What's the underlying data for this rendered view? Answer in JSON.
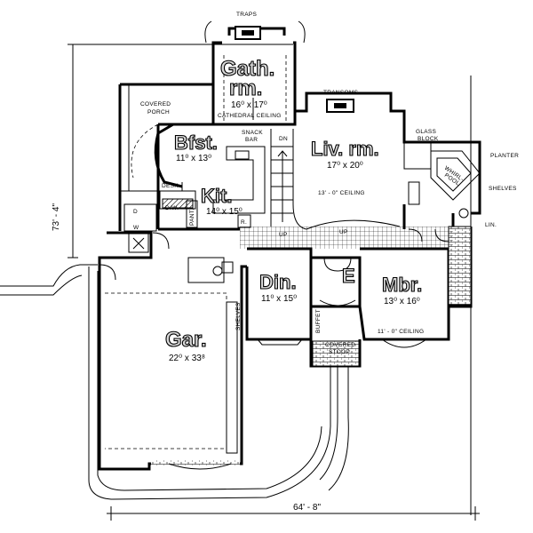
{
  "rooms": {
    "gathering": {
      "name_a": "Gath.",
      "name_b": "rm.",
      "size": "16⁰ x 17⁰"
    },
    "breakfast": {
      "name": "Bfst.",
      "size": "11⁰ x 13⁰"
    },
    "kitchen": {
      "name": "Kit.",
      "size": "14⁰ x 15⁰"
    },
    "living": {
      "name": "Liv. rm.",
      "size": "17⁰ x 20⁰"
    },
    "dining": {
      "name": "Din.",
      "size": "11⁰ x 15⁰"
    },
    "entry": {
      "name": "E"
    },
    "master": {
      "name": "Mbr.",
      "size": "13⁰ x 16⁰"
    },
    "garage": {
      "name": "Gar.",
      "size": "22⁰ x 33⁸"
    }
  },
  "labels": {
    "traps": "TRAPS",
    "cathedral": "CATHEDRAL CEILING",
    "covered_porch_a": "COVERED",
    "covered_porch_b": "PORCH",
    "transoms": "TRANSOMS",
    "snack_a": "SNACK",
    "snack_b": "BAR",
    "dn": "DN",
    "glass_a": "GLASS",
    "glass_b": "BLOCK",
    "planter": "PLANTER",
    "whirlpool_a": "WHIRL-",
    "whirlpool_b": "POOL",
    "shelves_right": "SHELVES",
    "ceiling_13": "13' - 0\" CEILING",
    "desk": "DESK",
    "dw": "D.W.",
    "pant": "PANT.",
    "r": "R.",
    "w": "W",
    "d": "D",
    "up_left": "UP",
    "up_center": "UP",
    "lin": "LIN.",
    "shelves_garage": "SHELVES",
    "buffet": "BUFFET",
    "ceiling_11": "11' - 0\" CEILING",
    "covered_stoop_a": "COVERED",
    "covered_stoop_b": "STOOP"
  },
  "dimensions": {
    "depth": "73' - 4\"",
    "width": "64' - 8\""
  }
}
